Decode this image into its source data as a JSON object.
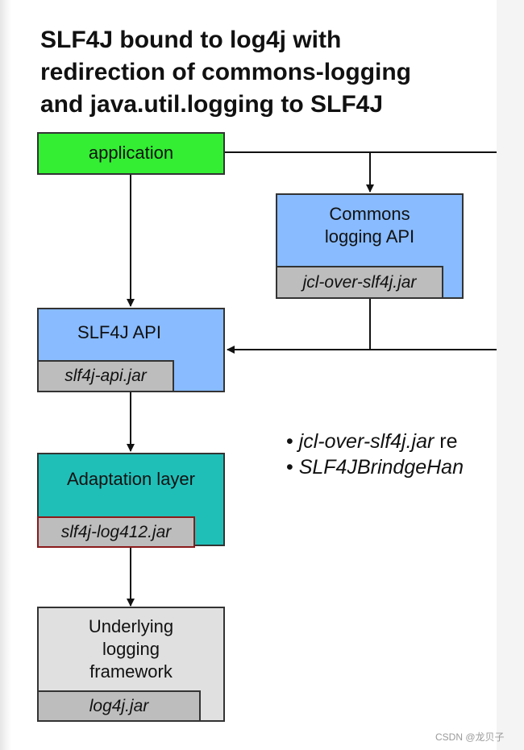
{
  "title": "SLF4J bound to log4j with\nredirection of commons-logging\nand java.util.logging to SLF4J",
  "boxes": {
    "application": "application",
    "commons_logging": "Commons\nlogging API",
    "commons_logging_jar": "jcl-over-slf4j.jar",
    "slf4j_api": "SLF4J API",
    "slf4j_api_jar": "slf4j-api.jar",
    "adaptation": "Adaptation layer",
    "adaptation_jar": "slf4j-log412.jar",
    "underlying": "Underlying\nlogging\nframework",
    "underlying_jar": "log4j.jar"
  },
  "bullets": [
    {
      "italic": "jcl-over-slf4j.jar",
      "rest": " re"
    },
    {
      "italic": "SLF4JBrindgeHan",
      "rest": ""
    }
  ],
  "credit": "CSDN @龙贝子",
  "colors": {
    "application": "#33ee33",
    "api_blue": "#88bbff",
    "adaptation": "#1fbfb8",
    "underlying": "#e0e0e0",
    "jar_gray": "#bdbdbd",
    "jar_red_border": "#8b1a1a"
  }
}
